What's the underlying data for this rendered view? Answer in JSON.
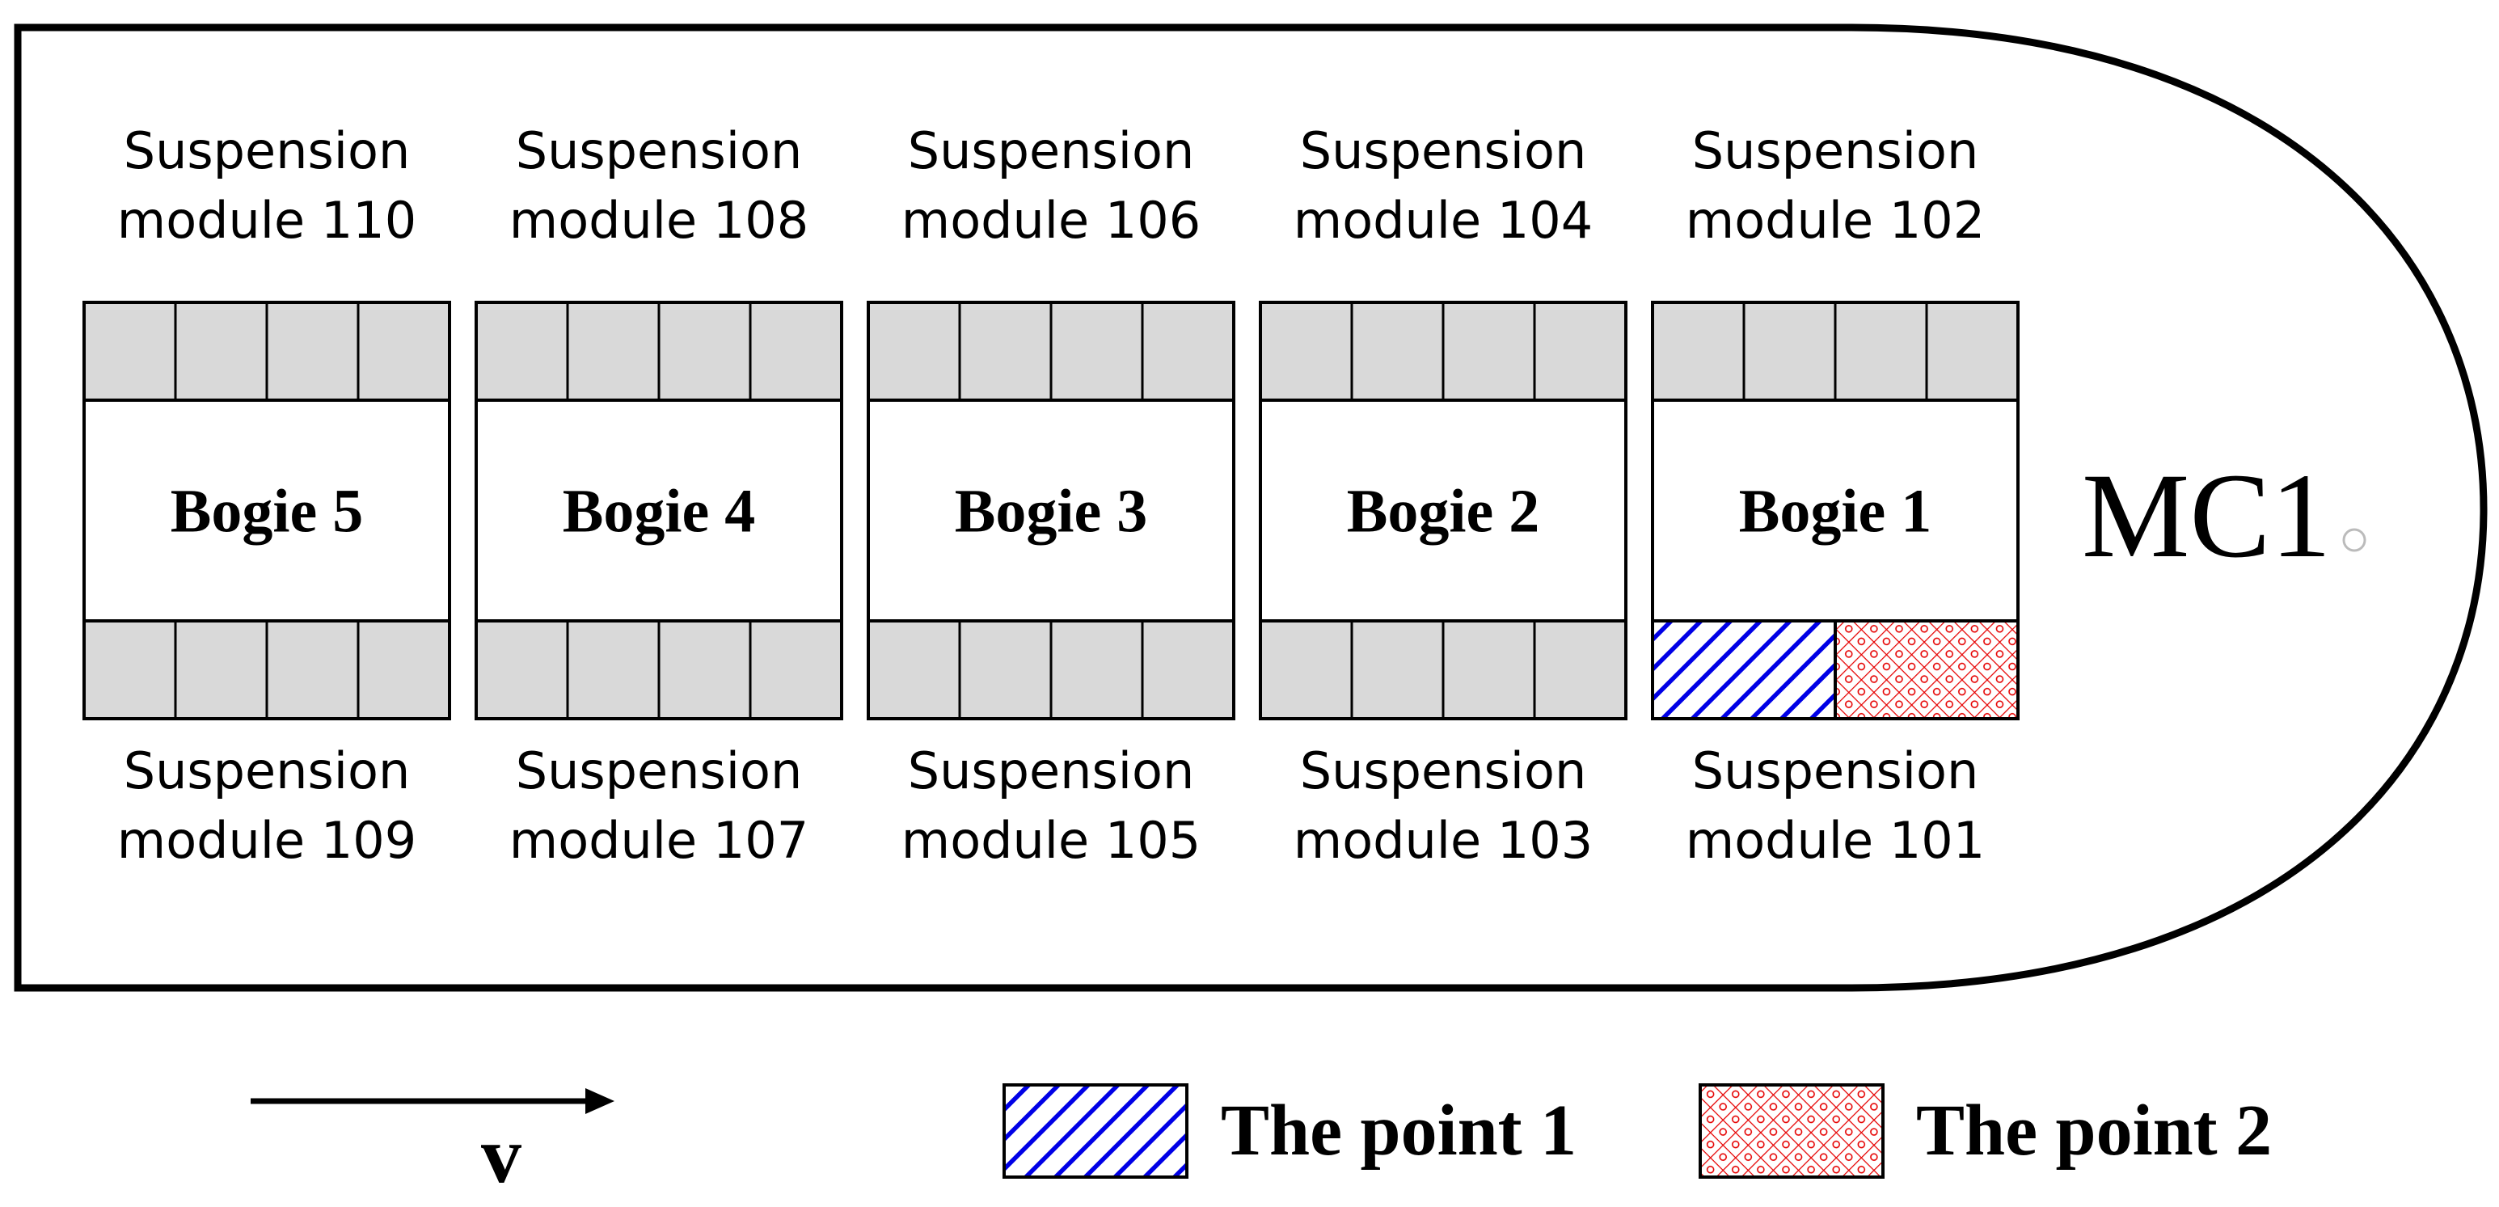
{
  "vehicle_label": "MC1",
  "bogies": [
    {
      "label": "Bogie 5",
      "top_module": "Suspension module 110",
      "bottom_module": "Suspension module 109"
    },
    {
      "label": "Bogie 4",
      "top_module": "Suspension module 108",
      "bottom_module": "Suspension module 107"
    },
    {
      "label": "Bogie 3",
      "top_module": "Suspension module 106",
      "bottom_module": "Suspension module 105"
    },
    {
      "label": "Bogie 2",
      "top_module": "Suspension module 104",
      "bottom_module": "Suspension module 103"
    },
    {
      "label": "Bogie 1",
      "top_module": "Suspension module 102",
      "bottom_module": "Suspension module 101"
    }
  ],
  "direction_label": "v",
  "legend": [
    {
      "label": "The point 1",
      "pattern": "blue-diagonal-hatch",
      "color": "#0000e6"
    },
    {
      "label": "The point 2",
      "pattern": "red-crosshatch",
      "color": "#e60000"
    }
  ],
  "colors": {
    "module_fill": "#d9d9d9",
    "outline": "#000000"
  }
}
